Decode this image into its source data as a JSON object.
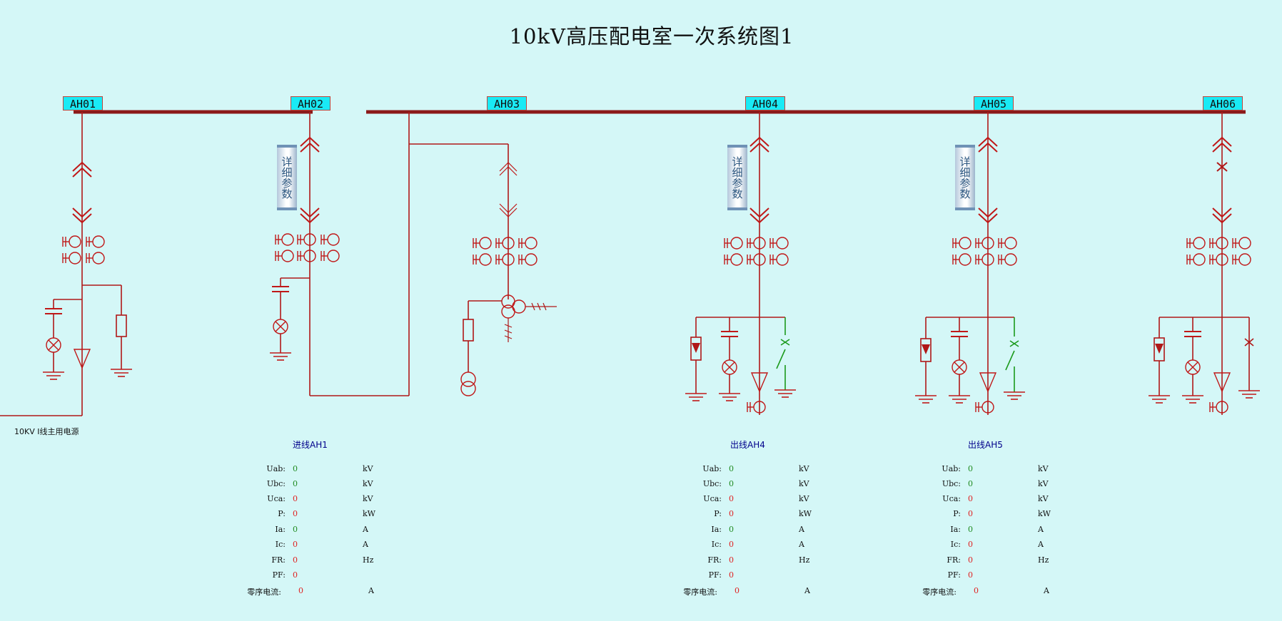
{
  "title": "10kV高压配电室一次系统图1",
  "cabinets": [
    "AH01",
    "AH02",
    "AH03",
    "AH04",
    "AH05",
    "AH06"
  ],
  "detail_label": "详细参数",
  "source_label": "10KV I线主用电源",
  "panels": [
    {
      "title": "进线AH1",
      "rows": [
        {
          "label": "Uab:",
          "value": "0",
          "unit": "kV",
          "status": "green"
        },
        {
          "label": "Ubc:",
          "value": "0",
          "unit": "kV",
          "status": "green"
        },
        {
          "label": "Uca:",
          "value": "0",
          "unit": "kV",
          "status": "red"
        },
        {
          "label": "P:",
          "value": "0",
          "unit": "kW",
          "status": "red"
        },
        {
          "label": "Ia:",
          "value": "0",
          "unit": "A",
          "status": "green"
        },
        {
          "label": "Ic:",
          "value": "0",
          "unit": "A",
          "status": "red"
        },
        {
          "label": "FR:",
          "value": "0",
          "unit": "Hz",
          "status": "red"
        },
        {
          "label": "PF:",
          "value": "0",
          "unit": "",
          "status": "red"
        },
        {
          "label": "零序电流:",
          "value": "0",
          "unit": "A",
          "status": "red"
        }
      ]
    },
    {
      "title": "出线AH4",
      "rows": [
        {
          "label": "Uab:",
          "value": "0",
          "unit": "kV",
          "status": "green"
        },
        {
          "label": "Ubc:",
          "value": "0",
          "unit": "kV",
          "status": "green"
        },
        {
          "label": "Uca:",
          "value": "0",
          "unit": "kV",
          "status": "red"
        },
        {
          "label": "P:",
          "value": "0",
          "unit": "kW",
          "status": "red"
        },
        {
          "label": "Ia:",
          "value": "0",
          "unit": "A",
          "status": "green"
        },
        {
          "label": "Ic:",
          "value": "0",
          "unit": "A",
          "status": "red"
        },
        {
          "label": "FR:",
          "value": "0",
          "unit": "Hz",
          "status": "red"
        },
        {
          "label": "PF:",
          "value": "0",
          "unit": "",
          "status": "red"
        },
        {
          "label": "零序电流:",
          "value": "0",
          "unit": "A",
          "status": "red"
        }
      ]
    },
    {
      "title": "出线AH5",
      "rows": [
        {
          "label": "Uab:",
          "value": "0",
          "unit": "kV",
          "status": "green"
        },
        {
          "label": "Ubc:",
          "value": "0",
          "unit": "kV",
          "status": "green"
        },
        {
          "label": "Uca:",
          "value": "0",
          "unit": "kV",
          "status": "red"
        },
        {
          "label": "P:",
          "value": "0",
          "unit": "kW",
          "status": "red"
        },
        {
          "label": "Ia:",
          "value": "0",
          "unit": "A",
          "status": "green"
        },
        {
          "label": "Ic:",
          "value": "0",
          "unit": "A",
          "status": "red"
        },
        {
          "label": "FR:",
          "value": "0",
          "unit": "Hz",
          "status": "red"
        },
        {
          "label": "PF:",
          "value": "0",
          "unit": "",
          "status": "red"
        },
        {
          "label": "零序电流:",
          "value": "0",
          "unit": "A",
          "status": "red"
        }
      ]
    }
  ],
  "colors": {
    "background": "#d4f7f7",
    "line": "#b01818",
    "bus": "#8b1a1a",
    "green_switch": "#1c9a1c",
    "label_bg": "#19eaf5",
    "value_green": "#1f8a1f",
    "value_red": "#e02020"
  }
}
